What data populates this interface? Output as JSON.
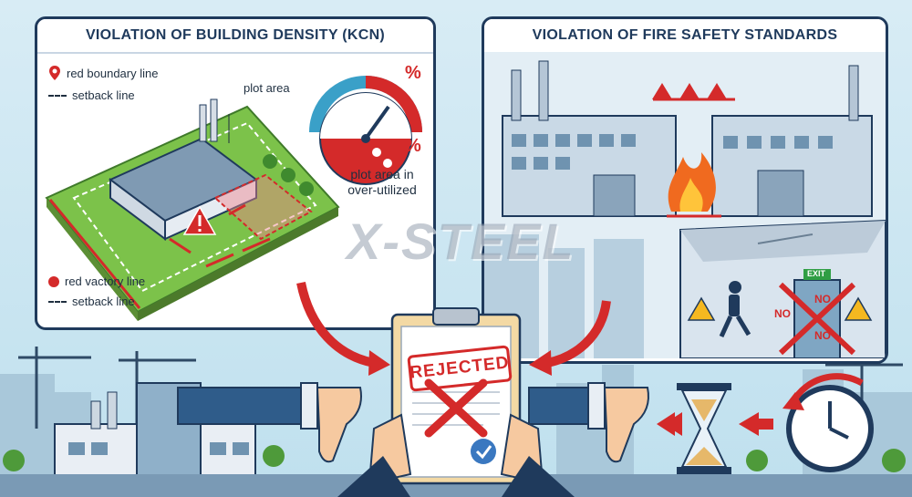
{
  "watermark": "X-STEEL",
  "left_panel": {
    "title": "VIOLATION OF BUILDING DENSITY (KCN)",
    "legend_top": [
      {
        "label": "red boundary line",
        "marker": "map-pin-icon"
      },
      {
        "label": "setback line",
        "marker": "dashed-line"
      }
    ],
    "plot_area_label": "plot area",
    "gauge_caption": "plot area in over-utilized",
    "gauge_symbols": [
      "%",
      "%"
    ],
    "legend_bottom": [
      {
        "label": "red vactory line",
        "marker": "red-dot"
      },
      {
        "label": "setback line",
        "marker": "dashed-line"
      }
    ]
  },
  "right_panel": {
    "title": "VIOLATION OF FIRE SAFETY STANDARDS",
    "exit_sign": "EXIT",
    "blocked_labels": [
      "NO",
      "NO",
      "NO"
    ]
  },
  "clipboard": {
    "stamp": "REJECTED"
  },
  "colors": {
    "navy": "#1f3a5c",
    "alert_red": "#d42a2a",
    "grass": "#7cc24a",
    "sky": "#cfe6f0"
  }
}
